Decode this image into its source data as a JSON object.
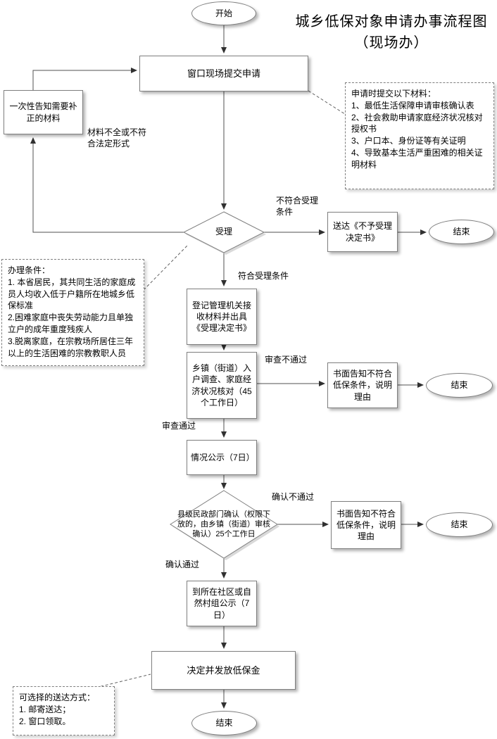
{
  "title": {
    "line1": "城乡低保对象申请办事流程图",
    "line2": "（现场办）"
  },
  "nodes": {
    "start": "开始",
    "submit": "窗口现场提交申请",
    "notify": "一次性告知需要补正的材料",
    "accept": "受理",
    "reject_notice": "送达《不予受理决定书》",
    "end1": "结束",
    "register": "登记管理机关接收材料并出具《受理决定书》",
    "investigate": "乡镇（街道）入户调查、家庭经济状况核对（45个工作日）",
    "review_fail_notice": "书面告知不符合低保条件，说明理由",
    "end2": "结束",
    "publicity": "情况公示（7日）",
    "confirm": "县级民政部门确认（权限下放的，由乡镇（街道）审核确认）25个工作日",
    "confirm_fail_notice": "书面告知不符合低保条件，说明理由",
    "end3": "结束",
    "village_publicity": "到所在社区或自然村组公示（7日）",
    "grant": "决定并发放低保金",
    "end4": "结束"
  },
  "labels": {
    "incomplete": "材料不全或不符合法定形式",
    "not_eligible": "不符合受理条件",
    "eligible": "符合受理条件",
    "review_fail": "审查不通过",
    "review_pass": "审查通过",
    "confirm_fail": "确认不通过",
    "confirm_pass": "确认通过"
  },
  "notes": {
    "materials": "申请时提交以下材料：\n1、最低生活保障申请审核确认表\n2、社会救助申请家庭经济状况核对授权书\n3、户口本、身份证等有关证明\n4、导致基本生活严重困难的相关证明材料",
    "conditions": "办理条件：\n1. 本省居民，其共同生活的家庭成员人均收入低于户籍所在地城乡低保标准\n2.困难家庭中丧失劳动能力且单独立户的成年重度残疾人\n3.脱离家庭，在宗教场所居住三年以上的生活困难的宗教教职人员",
    "delivery": "可选择的送达方式：\n1. 邮寄送达；\n2. 窗口领取。"
  },
  "colors": {
    "line": "#505050",
    "border": "#7f7f7f",
    "shadow": "#c9c9c9"
  }
}
